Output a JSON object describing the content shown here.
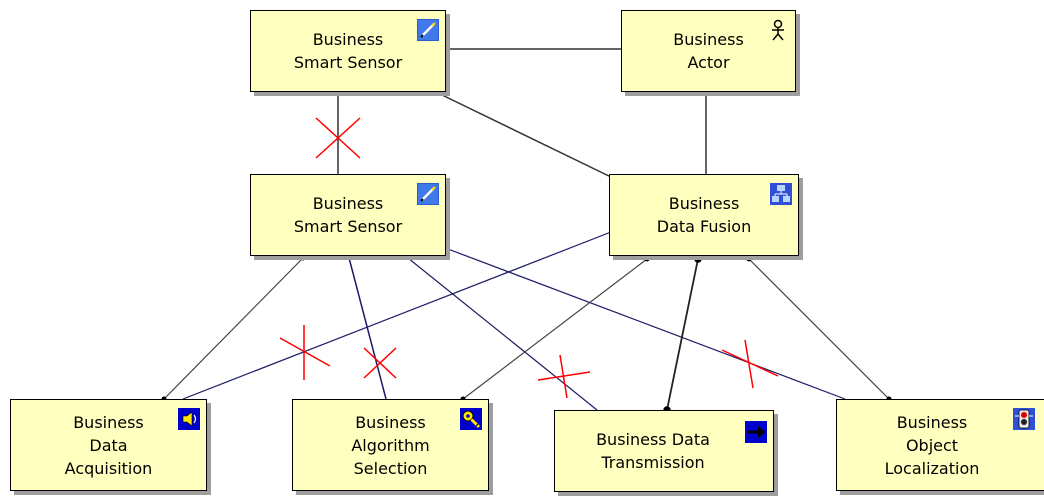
{
  "nodes": {
    "smart_sensor_top": {
      "label": "Business\nSmart Sensor",
      "icon": "pencil-icon"
    },
    "actor": {
      "label": "Business\nActor",
      "icon": "actor-icon"
    },
    "smart_sensor_mid": {
      "label": "Business\nSmart Sensor",
      "icon": "pencil-icon"
    },
    "data_fusion": {
      "label": "Business\nData Fusion",
      "icon": "network-icon"
    },
    "data_acquisition": {
      "label": "Business\nData\nAcquisition",
      "icon": "speaker-icon"
    },
    "algorithm_selection": {
      "label": "Business\nAlgorithm\nSelection",
      "icon": "key-icon"
    },
    "data_transmission": {
      "label": "Business Data\nTransmission",
      "icon": "arrow-right-icon"
    },
    "object_localization": {
      "label": "Business\nObject\nLocalization",
      "icon": "traffic-light-icon"
    }
  },
  "colors": {
    "node_fill": "#ffffc0",
    "line_gray": "#333333",
    "line_navy": "#1a1a66",
    "cross_red": "#ff0000",
    "icon_blue": "#0000cc"
  }
}
